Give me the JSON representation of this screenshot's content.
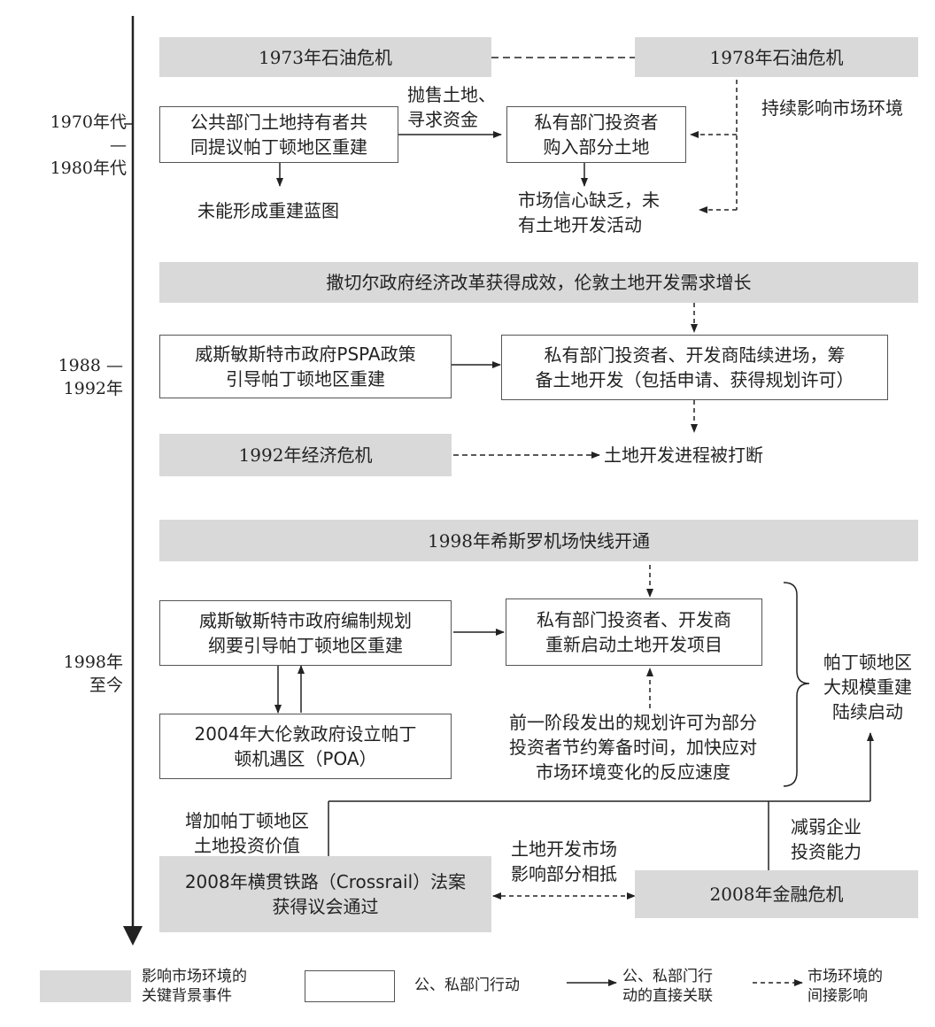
{
  "eras": {
    "e1": "1970年代—\n1980年代",
    "e2": "1988 —\n1992年",
    "e3": "1998年\n至今"
  },
  "boxes": {
    "oil1973": "1973年石油危机",
    "oil1978": "1978年石油危机",
    "public_land": "公共部门土地持有者共\n同提议帕丁顿地区重建",
    "private_buy": "私有部门投资者\n购入部分土地",
    "thatcher": "撒切尔政府经济改革获得成效，伦敦土地开发需求增长",
    "pspa": "威斯敏斯特市政府PSPA政策\n引导帕丁顿地区重建",
    "private_prep": "私有部门投资者、开发商陆续进场，筹\n备土地开发（包括申请、获得规划许可）",
    "crisis1992": "1992年经济危机",
    "heathrow": "1998年希斯罗机场快线开通",
    "westminster_plan": "威斯敏斯特市政府编制规划\n纲要引导帕丁顿地区重建",
    "private_restart": "私有部门投资者、开发商\n重新启动土地开发项目",
    "poa": "2004年大伦敦政府设立帕丁\n顿机遇区（POA）",
    "crossrail": "2008年横贯铁路（Crossrail）法案\n获得议会通过",
    "crisis2008": "2008年金融危机"
  },
  "labels": {
    "sell_land": "抛售土地、\n寻求资金",
    "market_impact": "持续影响市场环境",
    "no_blueprint": "未能形成重建蓝图",
    "no_confidence": "市场信心缺乏，未\n有土地开发活动",
    "interrupted": "土地开发进程被打断",
    "permit_saving": "前一阶段发出的规划许可为部分\n投资者节约筹备时间，加快应对\n市场环境变化的反应速度",
    "large_scale": "帕丁顿地区\n大规模重建\n陆续启动",
    "increase_value": "增加帕丁顿地区\n土地投资价值",
    "offset": "土地开发市场\n影响部分相抵",
    "weaken": "减弱企业\n投资能力"
  },
  "legend": {
    "gray_label": "影响市场环境的\n关键背景事件",
    "white_label": "公、私部门行动",
    "solid_label": "公、私部门行\n动的直接关联",
    "dashed_label": "市场环境的\n间接影响"
  }
}
